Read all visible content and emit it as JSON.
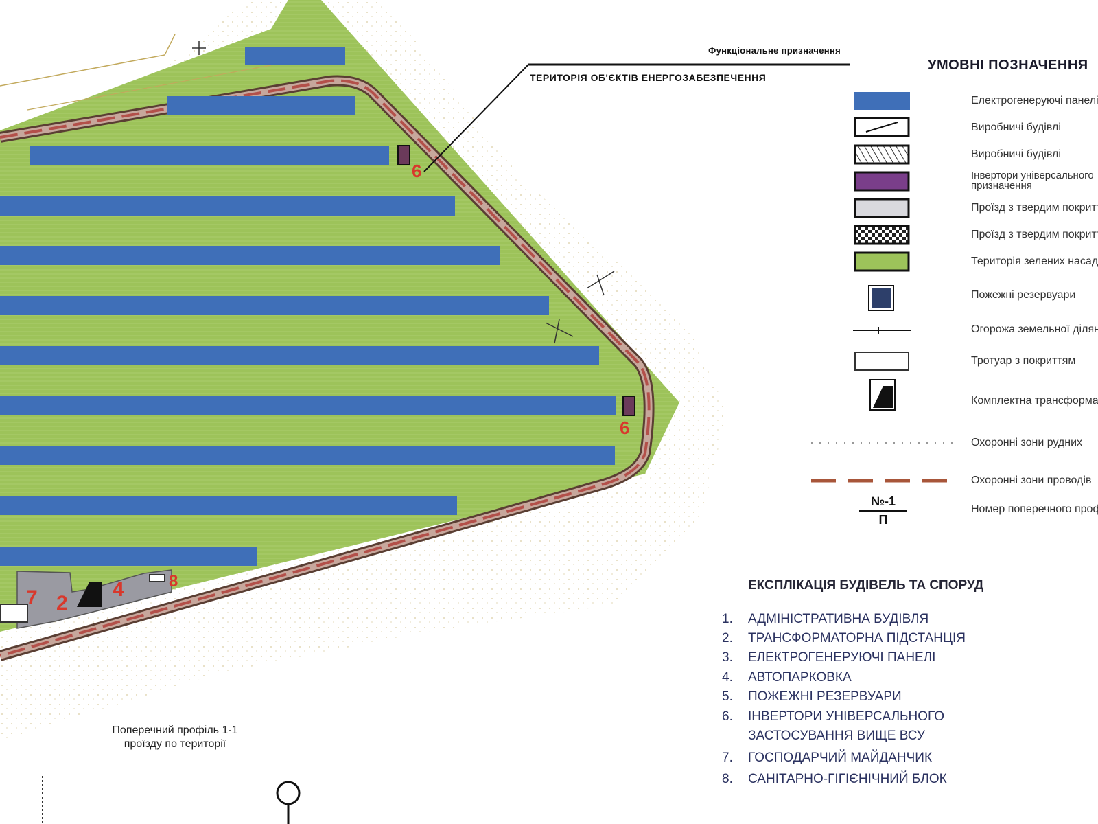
{
  "zone_heading": {
    "title": "Функціональне призначення",
    "subtitle": "Територія об'єктів енергозабезпечення"
  },
  "legend": {
    "title": "УМОВНІ ПОЗНАЧЕННЯ",
    "items": [
      {
        "symbol": "blue-fill",
        "label": "Електрогенеруючі панелі",
        "color": "#3f6fb8"
      },
      {
        "symbol": "building-hatch",
        "label": "Виробничі будівлі"
      },
      {
        "symbol": "building-cross-hatch",
        "label": "Виробничі будівлі"
      },
      {
        "symbol": "purple-fill",
        "label": "Інвертори універсального призначення",
        "color": "#7a3e8a"
      },
      {
        "symbol": "grey-fill",
        "label": "Проїзд з твердим покриттям",
        "color": "#d9d9de"
      },
      {
        "symbol": "checker-fill",
        "label": "Проїзд з твердим покриттям"
      },
      {
        "symbol": "green-fill",
        "label": "Територія зелених насаджень",
        "color": "#9dc35a"
      },
      {
        "symbol": "reservoir-icon",
        "label": "Пожежні резервуари"
      },
      {
        "symbol": "fence-line",
        "label": "Огорожа земельної ділянки"
      },
      {
        "symbol": "white-fill",
        "label": "Тротуар з покриттям"
      },
      {
        "symbol": "transformer-icon",
        "label": "Комплектна трансформаторна підстанція"
      },
      {
        "symbol": "dotted-line",
        "label": "Охоронні зони рудних"
      },
      {
        "symbol": "dashed-red-line",
        "label": "Охоронні зони проводів"
      },
      {
        "symbol": "profile-marker",
        "label": "Номер поперечного профілю"
      }
    ],
    "profile_marker": {
      "top": "№-1",
      "bottom": "П"
    }
  },
  "explication": {
    "title": "ЕКСПЛІКАЦІЯ БУДІВЕЛЬ ТА СПОРУД",
    "items": [
      {
        "num": "1.",
        "label": "АДМІНІСТРАТИВНА БУДІВЛЯ"
      },
      {
        "num": "2.",
        "label": "ТРАНСФОРМАТОРНА ПІДСТАНЦІЯ"
      },
      {
        "num": "3.",
        "label": "ЕЛЕКТРОГЕНЕРУЮЧІ ПАНЕЛІ"
      },
      {
        "num": "4.",
        "label": "АВТОПАРКОВКА"
      },
      {
        "num": "5.",
        "label": "ПОЖЕЖНІ РЕЗЕРВУАРИ"
      },
      {
        "num": "6.",
        "label": "ІНВЕРТОРИ УНІВЕРСАЛЬНОГО"
      },
      {
        "num": "7.",
        "label": "ГОСПОДАРЧИЙ МАЙДАНЧИК"
      },
      {
        "num": "8.",
        "label": "САНІТАРНО-ГІГІЄНІЧНИЙ БЛОК"
      }
    ],
    "item6_continuation": "ЗАСТОСУВАННЯ ВИЩЕ ВСУ"
  },
  "map_labels": {
    "inverter_a": "6",
    "inverter_b": "6",
    "building_7": "7",
    "building_2": "2",
    "building_4": "4",
    "building_8": "8"
  },
  "profile_caption": {
    "line1": "Поперечний профіль 1-1",
    "line2": "проїзду по території"
  },
  "colors": {
    "panel_blue": "#3f6fb8",
    "grass_green": "#9dc35a",
    "road_brown": "#6d4a3a",
    "road_dash_red": "#b3504a",
    "inverter_purple": "#6b3a5a",
    "label_red": "#d8382c"
  }
}
